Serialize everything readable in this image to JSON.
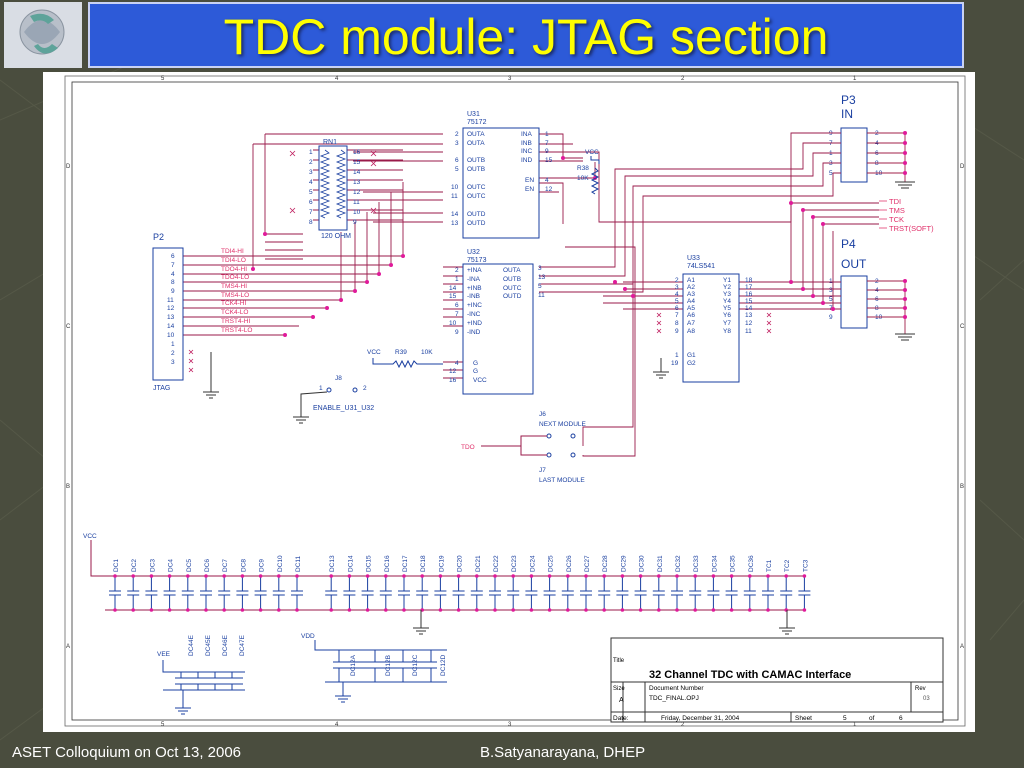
{
  "slide": {
    "title": "TDC module: JTAG section",
    "footer_left": "ASET Colloquium on Oct 13, 2006",
    "footer_right": "B.Satyanarayana, DHEP"
  },
  "schematic": {
    "border_cols": [
      "5",
      "4",
      "3",
      "2",
      "1"
    ],
    "border_rows": [
      "D",
      "C",
      "B",
      "A"
    ],
    "p3": {
      "ref": "P3",
      "name": "IN",
      "left_pins": [
        "9",
        "7",
        "1",
        "3",
        "5"
      ],
      "right_pins": [
        "2",
        "4",
        "6",
        "8",
        "10"
      ]
    },
    "p4": {
      "ref": "P4",
      "name": "OUT",
      "left_pins": [
        "1",
        "3",
        "5",
        "7",
        "9"
      ],
      "right_pins": [
        "2",
        "4",
        "6",
        "8",
        "10"
      ]
    },
    "jtag_signals": [
      "TDI",
      "TMS",
      "TCK",
      "TRST(SOFT)"
    ],
    "rn1": {
      "ref": "RN1",
      "value": "120 OHM",
      "left_pins": [
        "1",
        "2",
        "3",
        "4",
        "5",
        "6",
        "7",
        "8"
      ],
      "right_pins": [
        "16",
        "15",
        "14",
        "13",
        "12",
        "11",
        "10",
        "9"
      ]
    },
    "u31": {
      "ref": "U31",
      "part": "75172",
      "left_pins": [
        "2",
        "3",
        "6",
        "5",
        "10",
        "11",
        "14",
        "13"
      ],
      "left_labels": [
        "OUTA",
        "OUTA",
        "OUTB",
        "OUTB",
        "OUTC",
        "OUTC",
        "OUTD",
        "OUTD"
      ],
      "right_pins": [
        "1",
        "7",
        "9",
        "15",
        "4",
        "12"
      ],
      "right_labels": [
        "INA",
        "INB",
        "INC",
        "IND",
        "EN",
        "EN"
      ]
    },
    "u32": {
      "ref": "U32",
      "part": "75173",
      "left_pins": [
        "2",
        "1",
        "14",
        "15",
        "6",
        "7",
        "10",
        "9",
        "4",
        "12",
        "16"
      ],
      "left_labels": [
        "+INA",
        "-INA",
        "+INB",
        "-INB",
        "+INC",
        "-INC",
        "+IND",
        "-IND",
        "G",
        "G",
        "VCC"
      ],
      "right_pins": [
        "3",
        "13",
        "5",
        "11"
      ],
      "right_labels": [
        "OUTA",
        "OUTB",
        "OUTC",
        "OUTD"
      ]
    },
    "u33": {
      "ref": "U33",
      "part": "74LS541",
      "left_pins": [
        "2",
        "3",
        "4",
        "5",
        "6",
        "7",
        "8",
        "9",
        "1",
        "19"
      ],
      "left_labels": [
        "A1",
        "A2",
        "A3",
        "A4",
        "A5",
        "A6",
        "A7",
        "A8",
        "G1",
        "G2"
      ],
      "right_pins": [
        "18",
        "17",
        "16",
        "15",
        "14",
        "13",
        "12",
        "11"
      ],
      "right_labels": [
        "Y1",
        "Y2",
        "Y3",
        "Y4",
        "Y5",
        "Y6",
        "Y7",
        "Y8"
      ]
    },
    "p2": {
      "ref": "P2",
      "name": "JTAG",
      "pins": [
        "6",
        "7",
        "4",
        "8",
        "9",
        "11",
        "12",
        "13",
        "14",
        "10",
        "1",
        "2",
        "3"
      ],
      "signals": [
        "TDI4-HI",
        "TDI4-LO",
        "TDO4-HI",
        "TDO4-LO",
        "TMS4-HI",
        "TMS4-LO",
        "TCK4-HI",
        "TCK4-LO",
        "TRST4-HI",
        "TRST4-LO"
      ]
    },
    "r38": {
      "ref": "R38",
      "value": "10K"
    },
    "r39": {
      "ref": "R39",
      "value": "10K"
    },
    "j8": {
      "ref": "J8",
      "label": "ENABLE_U31_U32",
      "pins": [
        "1",
        "2"
      ]
    },
    "j6": {
      "ref": "J6",
      "label": "NEXT MODULE"
    },
    "j7": {
      "ref": "J7",
      "label": "LAST MODULE"
    },
    "tdo_label": "TDO",
    "vcc_label": "VCC",
    "vdd_label": "VDD",
    "vee_label": "VEE",
    "decoupling_caps": [
      "DC1",
      "DC2",
      "DC3",
      "DC4",
      "DC5",
      "DC6",
      "DC7",
      "DC8",
      "DC9",
      "DC10",
      "DC11",
      "DC13",
      "DC14",
      "DC15",
      "DC16",
      "DC17",
      "DC18",
      "DC19",
      "DC20",
      "DC21",
      "DC22",
      "DC23",
      "DC24",
      "DC25",
      "DC26",
      "DC27",
      "DC28",
      "DC29",
      "DC30",
      "DC31",
      "DC32",
      "DC33",
      "DC34",
      "DC35",
      "DC36",
      "TC1",
      "TC2",
      "TC3"
    ],
    "vee_caps": [
      "DC44E",
      "DC45E",
      "DC46E",
      "DC47E"
    ],
    "vdd_caps": [
      "DC12A",
      "DC12B",
      "DC12C",
      "DC12D"
    ],
    "title_block": {
      "title_label": "Title",
      "title": "32 Channel TDC with CAMAC Interface",
      "size_label": "Size",
      "size": "A",
      "docnum_label": "Document Number",
      "docnum": "TDC_FINAL.OPJ",
      "rev_label": "Rev",
      "rev": "03",
      "date_label": "Date:",
      "date": "Friday, December 31, 2004",
      "sheet_label": "Sheet",
      "sheet": "5",
      "of_label": "of",
      "of": "6"
    }
  }
}
